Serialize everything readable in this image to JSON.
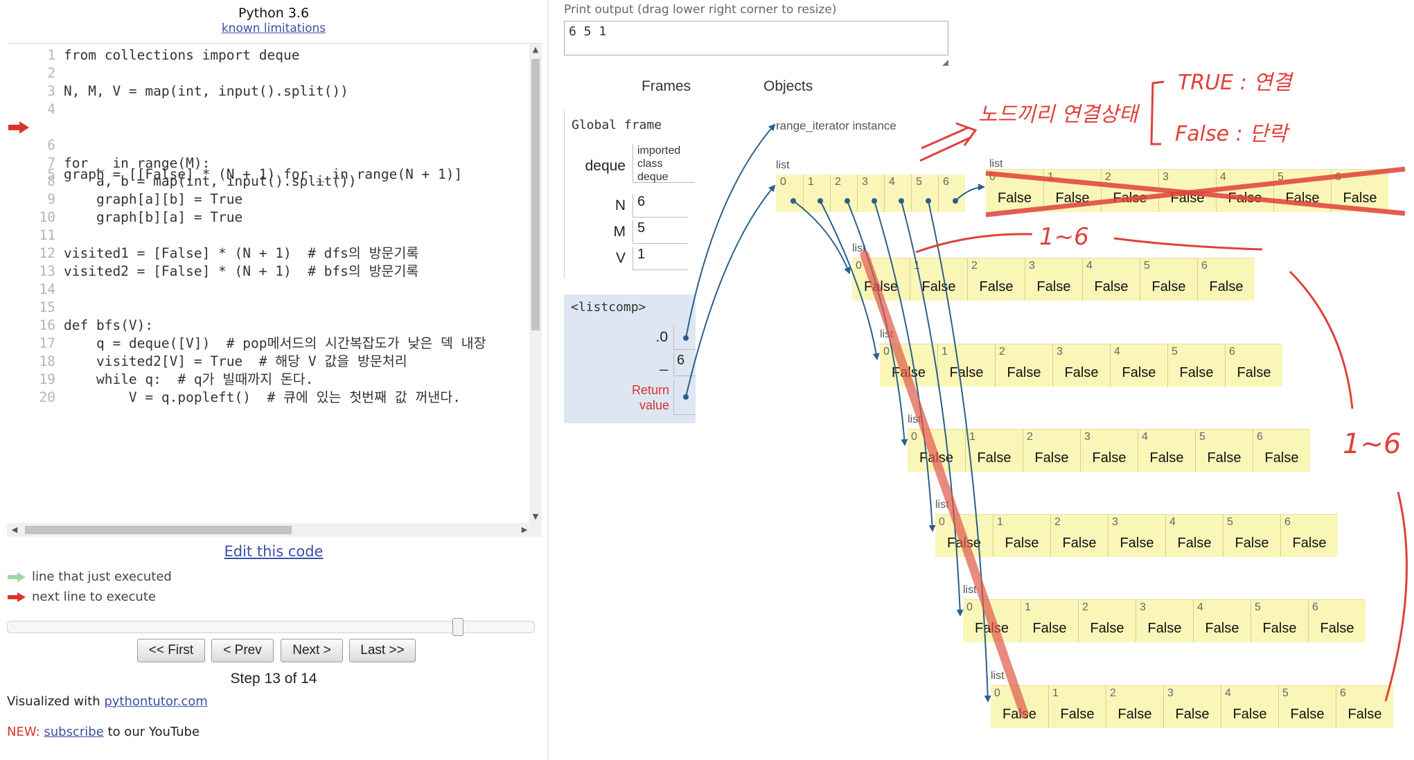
{
  "header": {
    "language": "Python 3.6",
    "limits_link": "known limitations"
  },
  "code": {
    "lines": [
      {
        "num": "1",
        "text": "from collections import deque"
      },
      {
        "num": "2",
        "text": ""
      },
      {
        "num": "3",
        "text": "N, M, V = map(int, input().split())"
      },
      {
        "num": "4",
        "text": ""
      },
      {
        "num": "5",
        "text": "graph = [[False] * (N + 1) for _ in range(N + 1)]"
      },
      {
        "num": "6",
        "text": ""
      },
      {
        "num": "7",
        "text": "for _ in range(M):"
      },
      {
        "num": "8",
        "text": "    a, b = map(int, input().split())"
      },
      {
        "num": "9",
        "text": "    graph[a][b] = True"
      },
      {
        "num": "10",
        "text": "    graph[b][a] = True"
      },
      {
        "num": "11",
        "text": ""
      },
      {
        "num": "12",
        "text": "visited1 = [False] * (N + 1)  # dfs의 방문기록"
      },
      {
        "num": "13",
        "text": "visited2 = [False] * (N + 1)  # bfs의 방문기록"
      },
      {
        "num": "14",
        "text": ""
      },
      {
        "num": "15",
        "text": ""
      },
      {
        "num": "16",
        "text": "def bfs(V):"
      },
      {
        "num": "17",
        "text": "    q = deque([V])  # pop메서드의 시간복잡도가 낮은 덱 내장"
      },
      {
        "num": "18",
        "text": "    visited2[V] = True  # 해당 V 값을 방문처리"
      },
      {
        "num": "19",
        "text": "    while q:  # q가 빌때까지 돈다."
      },
      {
        "num": "20",
        "text": "        V = q.popleft()  # 큐에 있는 첫번째 값 꺼낸다."
      }
    ],
    "next_line": "5",
    "colors": {
      "next_arrow": "#d9342b",
      "executed_arrow": "#9fd6a8"
    }
  },
  "controls": {
    "edit_link": "Edit this code",
    "legend_executed": "line that just executed",
    "legend_next": "next line to execute",
    "slider_position": 0.86,
    "first": "<< First",
    "prev": "< Prev",
    "next": "Next >",
    "last": "Last >>",
    "step_text": "Step 13 of 14"
  },
  "footer": {
    "visualized_prefix": "Visualized with",
    "visualized_link": "pythontutor.com",
    "new_prefix": "NEW:",
    "subscribe_link": "subscribe",
    "youtube_suffix": "to our YouTube"
  },
  "output": {
    "label": "Print output (drag lower right corner to resize)",
    "text": "6 5 1"
  },
  "viz": {
    "frames_heading": "Frames",
    "objects_heading": "Objects",
    "global_frame": {
      "title": "Global frame",
      "deque_name": "deque",
      "deque_value": [
        "imported",
        "class",
        "deque"
      ],
      "vars": [
        {
          "name": "N",
          "value": "6"
        },
        {
          "name": "M",
          "value": "5"
        },
        {
          "name": "V",
          "value": "1"
        }
      ]
    },
    "listcomp_frame": {
      "title": "<listcomp>",
      "vars": [
        {
          "name": ".0",
          "value": ""
        },
        {
          "name": "_",
          "value": "6"
        }
      ],
      "return_label": [
        "Return",
        "value"
      ],
      "return_color": "#d9342b"
    },
    "range_iterator": "range_iterator instance",
    "list_label": "list",
    "outer_list_indices": [
      "0",
      "1",
      "2",
      "3",
      "4",
      "5",
      "6"
    ],
    "inner_lists": [
      [
        "False",
        "False",
        "False",
        "False",
        "False",
        "False",
        "False"
      ],
      [
        "False",
        "False",
        "False",
        "False",
        "False",
        "False",
        "False"
      ],
      [
        "False",
        "False",
        "False",
        "False",
        "False",
        "False",
        "False"
      ],
      [
        "False",
        "False",
        "False",
        "False",
        "False",
        "False",
        "False"
      ],
      [
        "False",
        "False",
        "False",
        "False",
        "False",
        "False",
        "False"
      ],
      [
        "False",
        "False",
        "False",
        "False",
        "False",
        "False",
        "False"
      ],
      [
        "False",
        "False",
        "False",
        "False",
        "False",
        "False",
        "False"
      ]
    ],
    "list_color": "#faf6b8",
    "arrow_color": "#2b5f8a"
  },
  "annotations": {
    "header_note": "노드끼리 연결상태",
    "true_note": "TRUE : 연결",
    "false_note": "False : 단락",
    "range_top": "1~6",
    "range_side": "1~6",
    "ink_color": "#e0403a"
  }
}
